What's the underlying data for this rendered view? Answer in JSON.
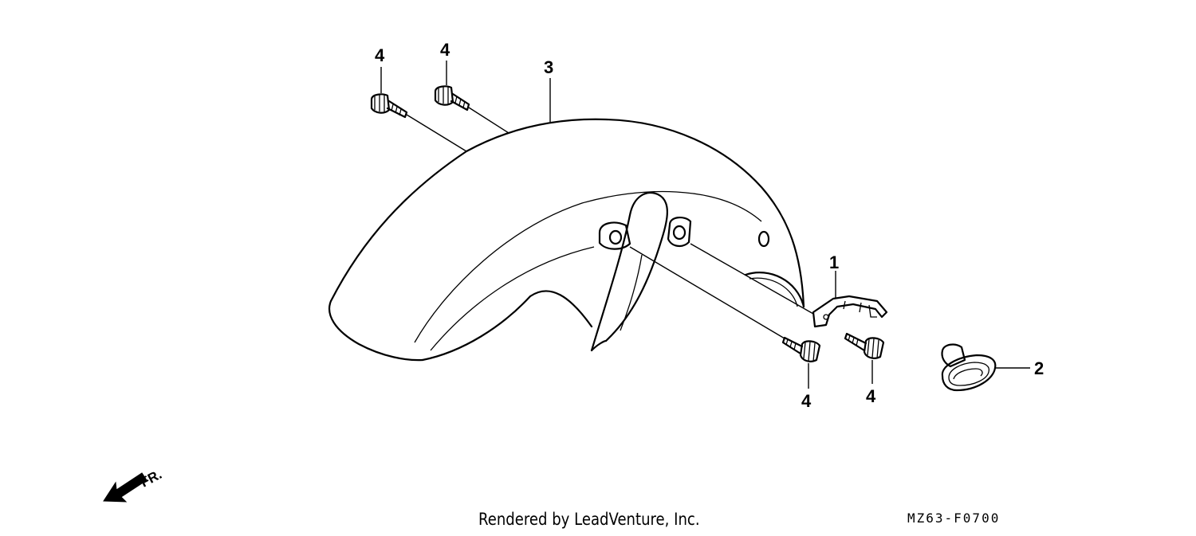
{
  "callouts": {
    "c1": "1",
    "c2": "2",
    "c3": "3",
    "c4a": "4",
    "c4b": "4",
    "c4c": "4",
    "c4d": "4"
  },
  "direction_label": "FR.",
  "footer": {
    "credit": "Rendered by LeadVenture, Inc.",
    "diagram_code": "MZ63-F0700"
  }
}
